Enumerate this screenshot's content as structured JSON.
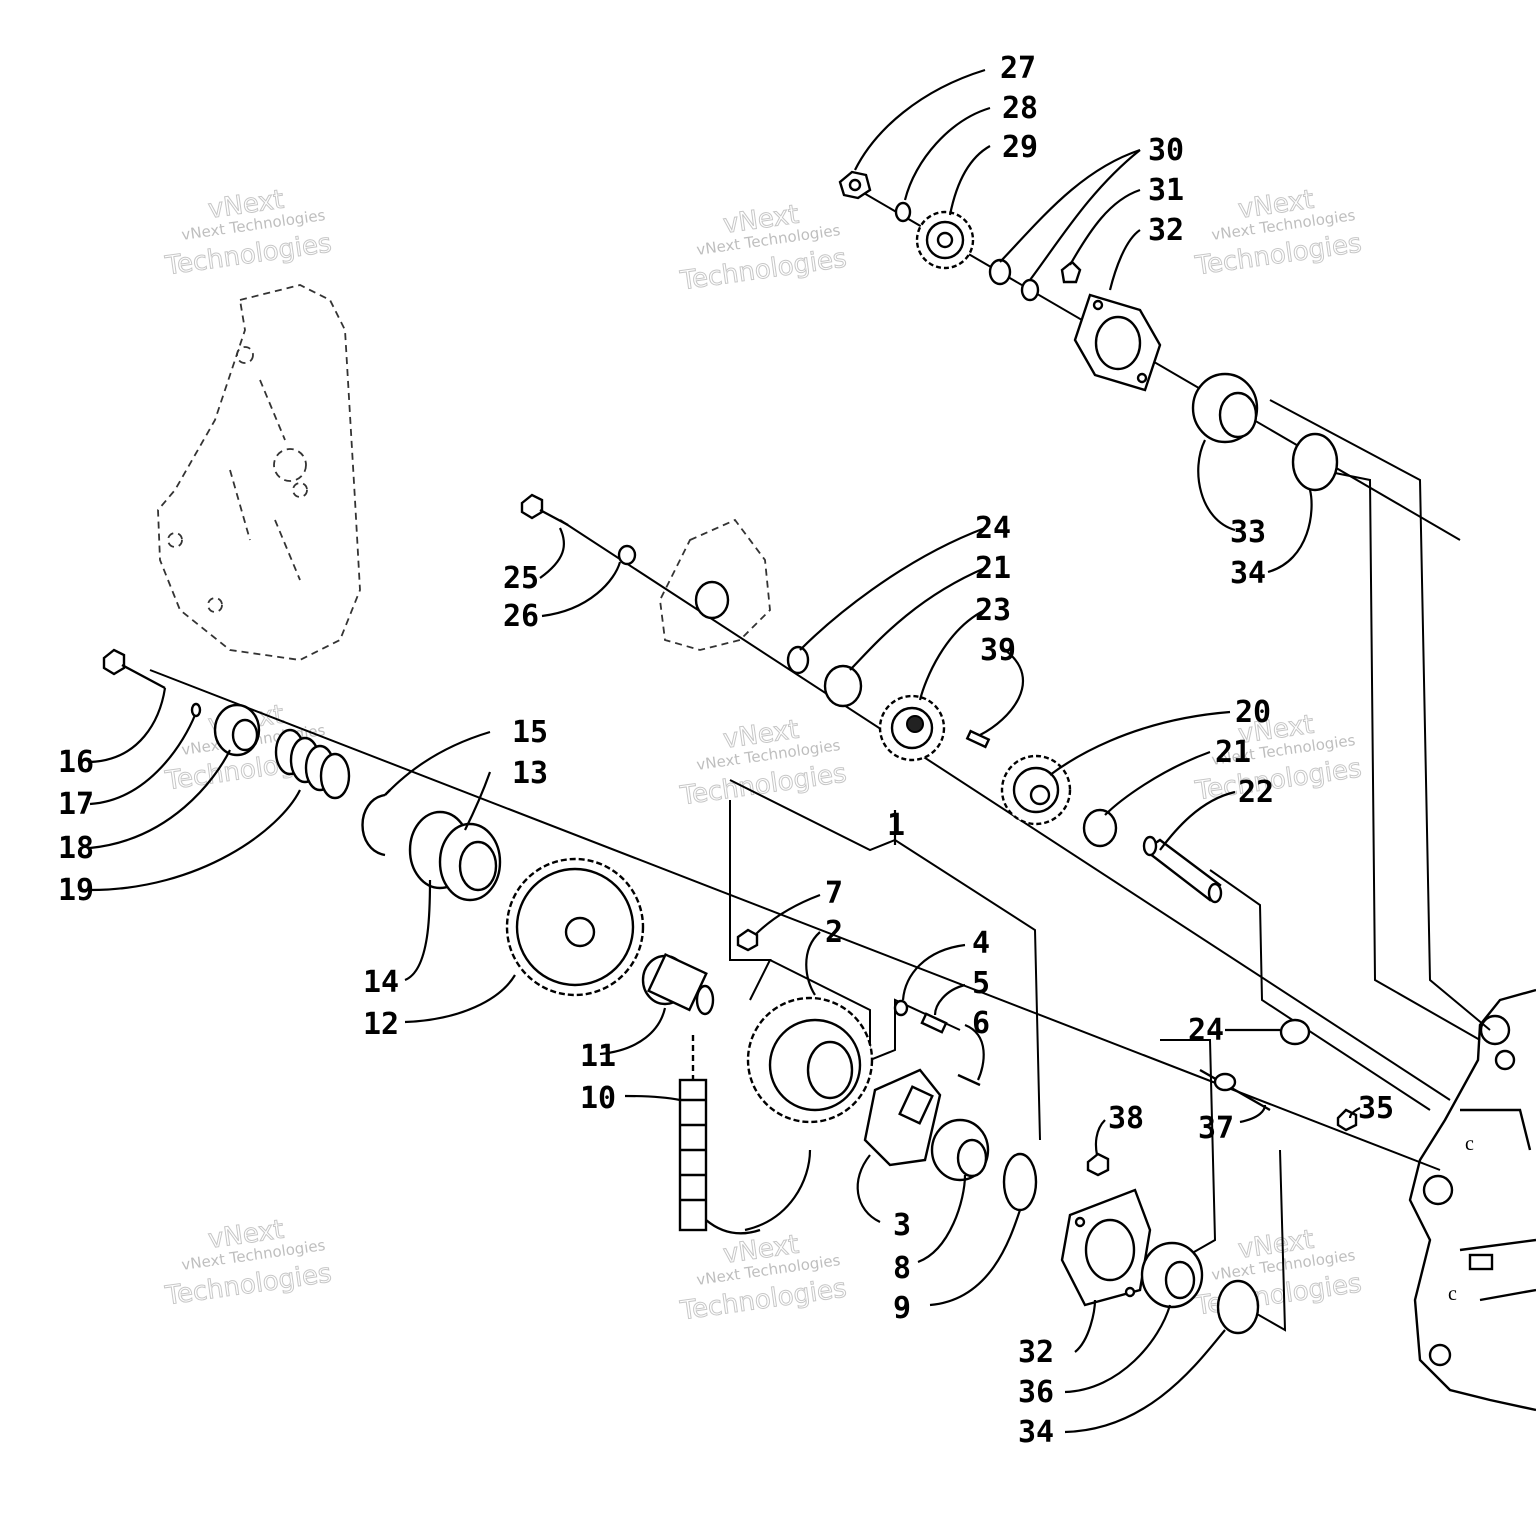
{
  "watermark": {
    "line1": "vNext",
    "line2": "vNext Technologies",
    "line3": "Technologies"
  },
  "callouts": {
    "n1": "1",
    "n2": "2",
    "n3": "3",
    "n4": "4",
    "n5": "5",
    "n6": "6",
    "n7": "7",
    "n8": "8",
    "n9": "9",
    "n10": "10",
    "n11": "11",
    "n12": "12",
    "n13": "13",
    "n14": "14",
    "n15": "15",
    "n16": "16",
    "n17": "17",
    "n18": "18",
    "n19": "19",
    "n20": "20",
    "n21a": "21",
    "n21b": "21",
    "n22": "22",
    "n23": "23",
    "n24a": "24",
    "n24b": "24",
    "n25": "25",
    "n26": "26",
    "n27": "27",
    "n28": "28",
    "n29": "29",
    "n30": "30",
    "n31": "31",
    "n32a": "32",
    "n32b": "32",
    "n33": "33",
    "n34a": "34",
    "n34b": "34",
    "n35": "35",
    "n36": "36",
    "n37": "37",
    "n38": "38",
    "n39": "39"
  }
}
